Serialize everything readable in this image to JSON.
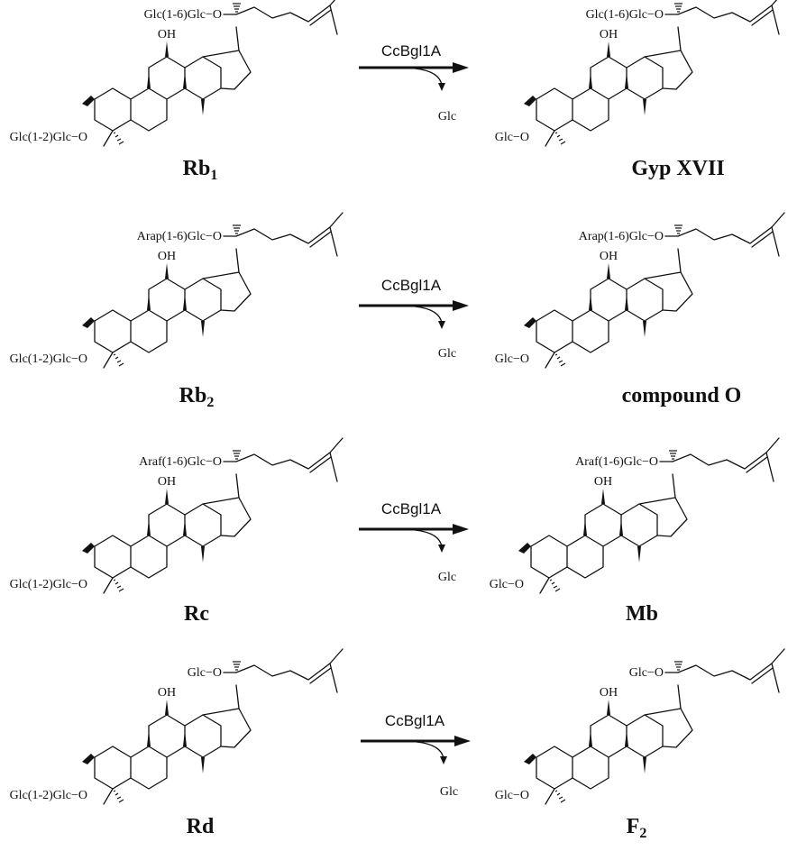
{
  "reactions": [
    {
      "substrate": {
        "name": "Rb",
        "subscript": "1",
        "c20_sugar": "Glc(1-6)Glc",
        "c3_sugar": "Glc(1-2)Glc",
        "oh": "OH"
      },
      "enzyme": "CcBgl1A",
      "released": "Glc",
      "product": {
        "name": "Gyp XVII",
        "subscript": "",
        "c20_sugar": "Glc(1-6)Glc",
        "c3_sugar": "Glc",
        "oh": "OH"
      }
    },
    {
      "substrate": {
        "name": "Rb",
        "subscript": "2",
        "c20_sugar": "Arap(1-6)Glc",
        "c3_sugar": "Glc(1-2)Glc",
        "oh": "OH"
      },
      "enzyme": "CcBgl1A",
      "released": "Glc",
      "product": {
        "name": "compound O",
        "subscript": "",
        "c20_sugar": "Arap(1-6)Glc",
        "c3_sugar": "Glc",
        "oh": "OH"
      }
    },
    {
      "substrate": {
        "name": "Rc",
        "subscript": "",
        "c20_sugar": "Araf(1-6)Glc",
        "c3_sugar": "Glc(1-2)Glc",
        "oh": "OH"
      },
      "enzyme": "CcBgl1A",
      "released": "Glc",
      "product": {
        "name": "Mb",
        "subscript": "",
        "c20_sugar": "Araf(1-6)Glc",
        "c3_sugar": "Glc",
        "oh": "OH"
      }
    },
    {
      "substrate": {
        "name": "Rd",
        "subscript": "",
        "c20_sugar": "Glc",
        "c3_sugar": "Glc(1-2)Glc",
        "oh": "OH"
      },
      "enzyme": "CcBgl1A",
      "released": "Glc",
      "product": {
        "name": "F",
        "subscript": "2",
        "c20_sugar": "Glc",
        "c3_sugar": "Glc",
        "oh": "OH"
      }
    }
  ]
}
